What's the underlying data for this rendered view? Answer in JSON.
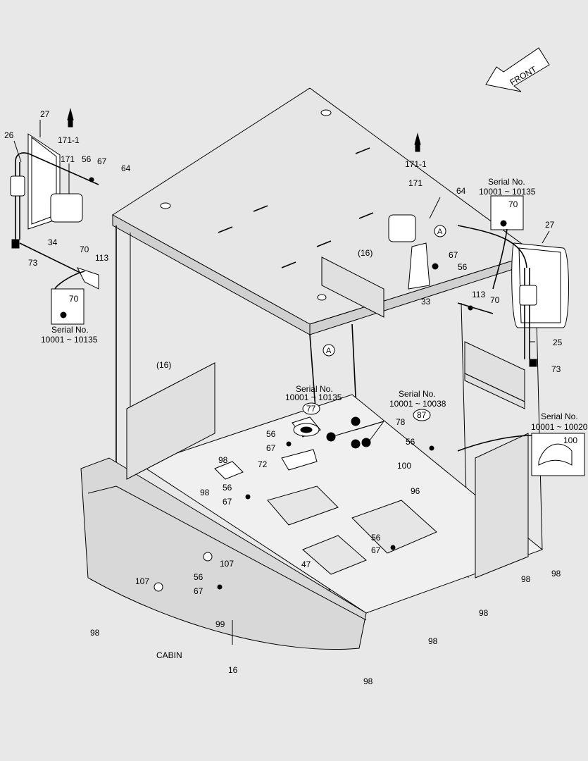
{
  "title": "CABIN",
  "front_label": "FRONT",
  "serial_labels": {
    "top_right": [
      "Serial No.",
      "10001 ~ 10135"
    ],
    "left": [
      "Serial No.",
      "10001 ~ 10135"
    ],
    "center": [
      "Serial No.",
      "10001 ~ 10135"
    ],
    "center_right": [
      "Serial No.",
      "10001 ~ 10038"
    ],
    "right": [
      "Serial No.",
      "10001 ~ 10020"
    ]
  },
  "part_labels": {
    "p27_left": "27",
    "p26": "26",
    "p171_1_left": "171-1",
    "p171_left": "171",
    "p56_top": "56",
    "p67_top": "67",
    "p64_left": "64",
    "p34": "34",
    "p70_left": "70",
    "p113_left": "113",
    "p73_left": "73",
    "p70_box_left": "70",
    "p171_1_right": "171-1",
    "p171_right": "171",
    "p64_right": "64",
    "p70_box_right": "70",
    "p27_right": "27",
    "pA_right": "A",
    "p67_right": "67",
    "p56_right": "56",
    "p33": "33",
    "p16_top": "(16)",
    "p113_right": "113",
    "p70_right": "70",
    "p25": "25",
    "p73_right": "73",
    "pA_center": "A",
    "p16_left": "(16)",
    "p77": "77",
    "p78": "78",
    "p87": "87",
    "p56_center": "56",
    "p67_center": "67",
    "p98_center": "98",
    "p72": "72",
    "p98_left": "98",
    "p56_mid": "56",
    "p67_mid": "67",
    "p56_right2": "56",
    "p100": "100",
    "p100_box": "100",
    "p96": "96",
    "p56_low": "56",
    "p67_low": "67",
    "p107_a": "107",
    "p107_b": "107",
    "p47": "47",
    "p56_bot": "56",
    "p67_bot": "67",
    "p99": "99",
    "p98_bl": "98",
    "p16_bot": "16",
    "p98_br1": "98",
    "p98_br2": "98",
    "p98_br3": "98",
    "p98_b1": "98",
    "p98_b2": "98"
  }
}
